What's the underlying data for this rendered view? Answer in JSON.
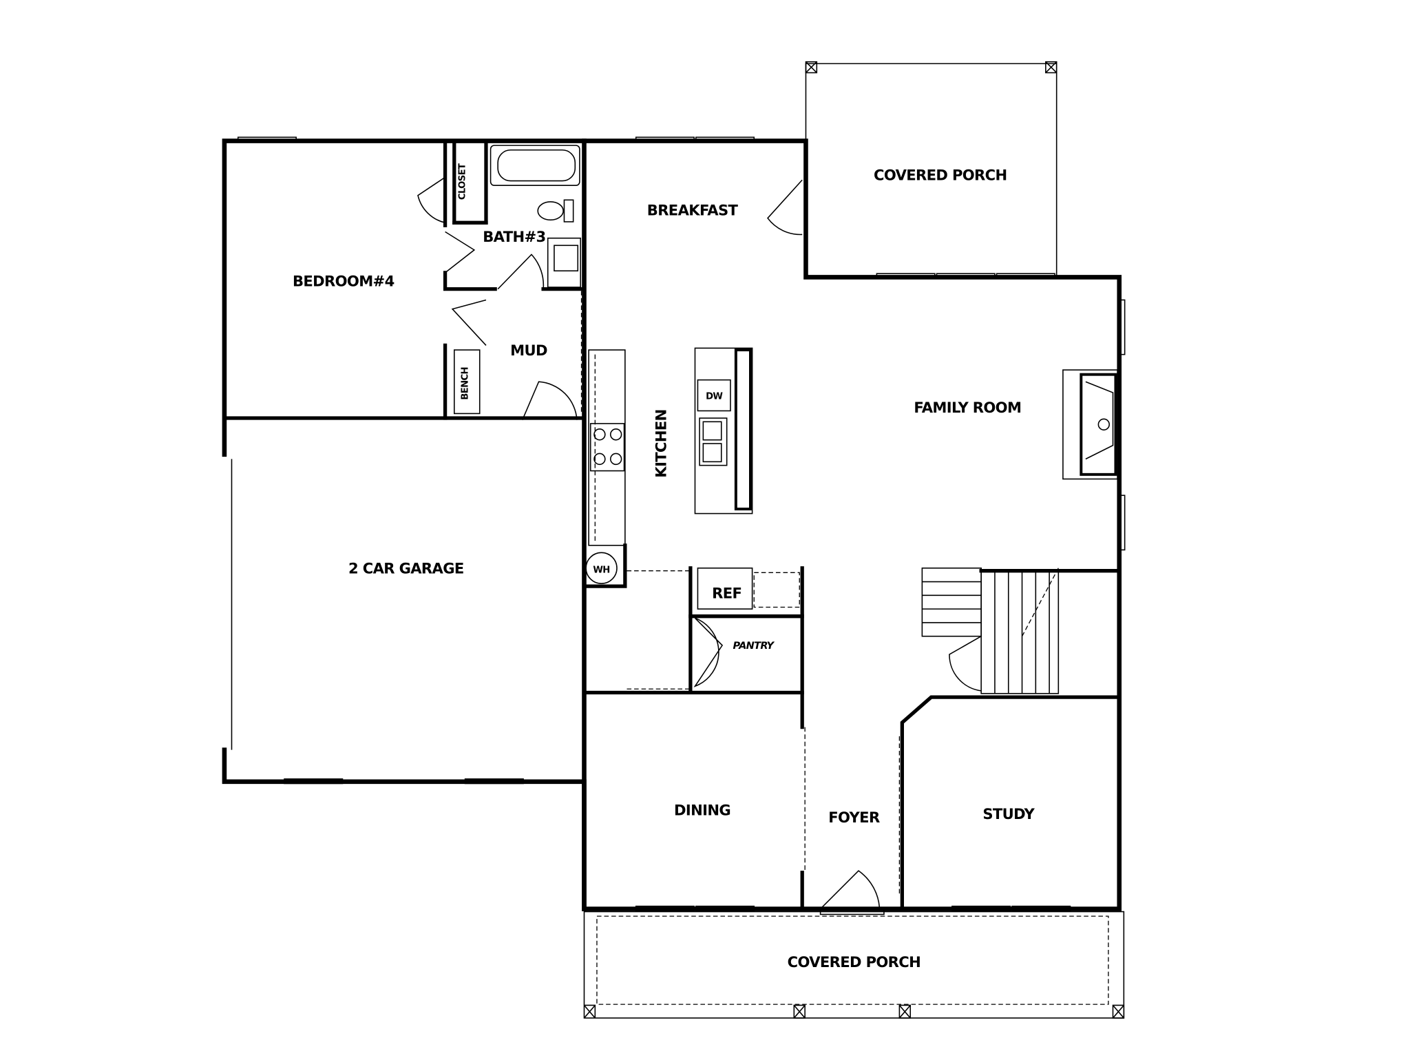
{
  "rooms": {
    "covered_porch_rear": "COVERED PORCH",
    "breakfast": "BREAKFAST",
    "bath3": "BATH#3",
    "closet": "CLOSET",
    "bedroom4": "BEDROOM#4",
    "mud": "MUD",
    "bench": "BENCH",
    "kitchen": "KITCHEN",
    "dw": "DW",
    "family_room": "FAMILY ROOM",
    "garage": "2 CAR GARAGE",
    "wh": "WH",
    "ref": "REF",
    "pantry": "PANTRY",
    "dining": "DINING",
    "foyer": "FOYER",
    "study": "STUDY",
    "covered_porch_front": "COVERED PORCH"
  }
}
